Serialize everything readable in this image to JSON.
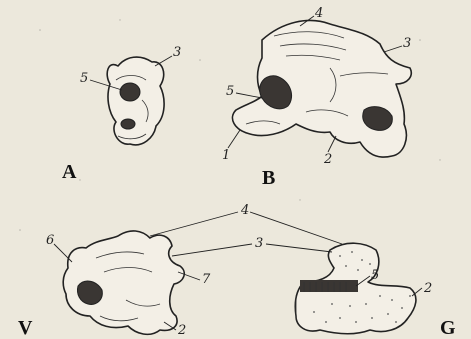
{
  "panels": {
    "A": {
      "letter": "A",
      "labels": [
        "5",
        "3"
      ]
    },
    "B": {
      "letter": "B",
      "labels": [
        "4",
        "3",
        "5",
        "1",
        "2"
      ]
    },
    "V": {
      "letter": "V",
      "labels": [
        "6",
        "7",
        "2"
      ]
    },
    "G": {
      "letter": "G",
      "labels": [
        "5",
        "2"
      ]
    },
    "shared": {
      "labels": [
        "4",
        "3"
      ]
    }
  }
}
